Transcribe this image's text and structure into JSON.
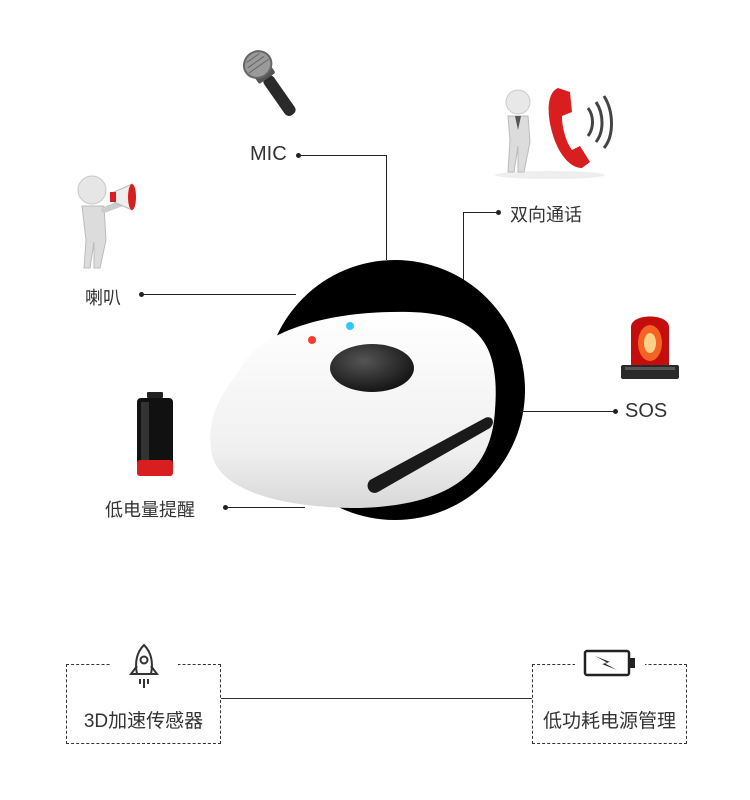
{
  "labels": {
    "mic": "MIC",
    "call": "双向通话",
    "speaker": "喇叭",
    "sos": "SOS",
    "battery": "低电量提醒"
  },
  "features": {
    "sensor": "3D加速传感器",
    "power": "低功耗电源管理"
  },
  "icons": {
    "mic": "microphone-icon",
    "call": "phone-call-icon",
    "speaker": "megaphone-icon",
    "sos": "alarm-light-icon",
    "battery": "battery-low-icon",
    "sensor": "rocket-icon",
    "power": "battery-charging-icon"
  },
  "colors": {
    "accent_red": "#d81e1e",
    "dark": "#000000",
    "device_white": "#f4f4f4",
    "led_red": "#ff3b30",
    "led_blue": "#2ec8ff"
  }
}
